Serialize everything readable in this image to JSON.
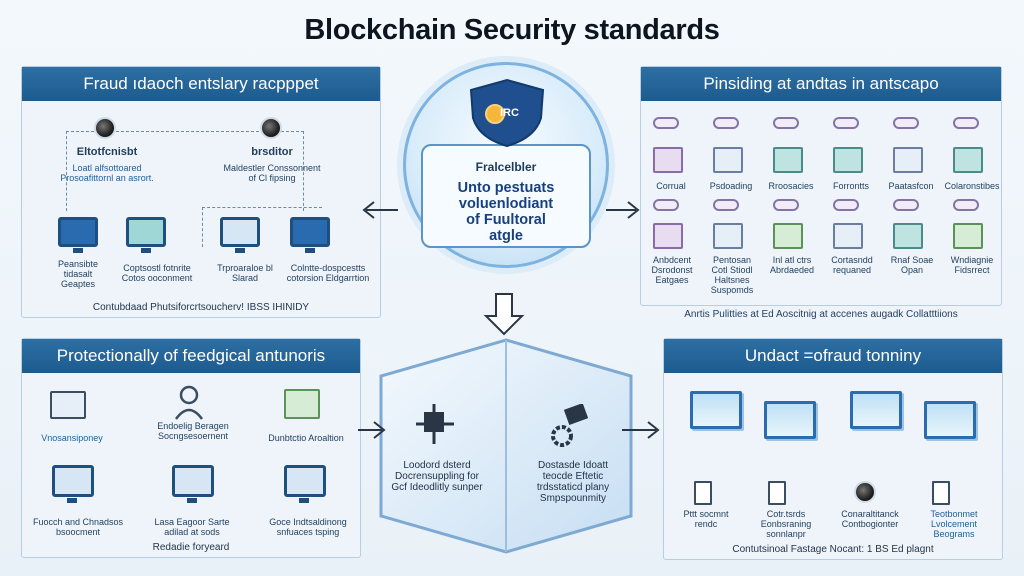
{
  "title": "Blockchain Security standards",
  "top_left": {
    "header": "Fraud ıdaoch entslary racpppet",
    "left_node": {
      "title": "Eltotfcnisbt",
      "caption": "Loatl alfsottoared\nProsoafittornl an asrort."
    },
    "right_node": {
      "title": "brsditor",
      "caption": "Maldestler Conssonnent\nof Cl fipsing"
    },
    "bottom_nodes": [
      {
        "caption": "Peansibte\ntidasalt\nGeaptes"
      },
      {
        "caption": "Coptsostl fotnrite\nCotos ooconment"
      },
      {
        "caption": "Trproaraloe bl\nSlarad"
      },
      {
        "caption": "Colntte-dospcestts\ncotorsion Eldgarrtion"
      }
    ],
    "footer": "Contubdaad Phutsiforcrtsoucherv! IBSS IHINIDY"
  },
  "top_right": {
    "header": "Pinsiding at andtas in antscapo",
    "row1_labels": [
      "Corrual",
      "Psdoading",
      "Rroosacies",
      "Forrontts",
      "Paatasfcon",
      "Colaronstibes"
    ],
    "row2_labels": [
      "Anbdcent\nDsrodonst\nEatgaes",
      "Pentosan\nCotl Stiodl\nHaltsnes\nSuspomds",
      "Inl atl ctrs\nAbrdaeded",
      "Cortasndd\nrequaned",
      "Rnaf Soae\nOpan",
      "Wndiagnie\nFidsrrect"
    ],
    "footer": "Anrtis Pulitties at Ed Aoscitnig at accenes augadk Collatttiions"
  },
  "hub": {
    "badge": "IRC",
    "small": "Fralcelbler",
    "text": "Unto pestuats\nvoluenlodiant\nof Fuultoral\natgle"
  },
  "bottom_left": {
    "header": "Protectionally of feedgical antunoris",
    "nodes": [
      {
        "caption": "Vnosansiponey"
      },
      {
        "caption": "Endoelig Beragen\nSocngsesoernent"
      },
      {
        "caption": "Dunbtctio Aroaltion"
      },
      {
        "caption": "Fuocch and Chnadsos\nbsoocment"
      },
      {
        "caption": "Lasa Eagoor Sarte\nadilad at sods"
      },
      {
        "caption": "Goce Indtsaldinong\nsnfuaces tsping"
      }
    ],
    "footer": "Redadie foryeard"
  },
  "hexagon": {
    "left_caption": "Loodord dsterd\nDocrensuppling for\nGcf Ideodlitly sunper",
    "right_caption": "Dostasde Idoatt\nteocde Eftetic\ntrdsstaticd plany\nSmpspounmity"
  },
  "bottom_right": {
    "header": "Undact =ofraud tonniny",
    "captions": [
      "Pttt socmnt\nrendc",
      "Cotr.tsrds\nEonbsraning\nsonnlanpr",
      "Conaraltitanck\nContbogionter",
      "Teotbonmet\nLvolcement\nBeograms"
    ],
    "footer": "Contutsinoal Fastage Nocant: 1 BS Ed plagnt"
  }
}
